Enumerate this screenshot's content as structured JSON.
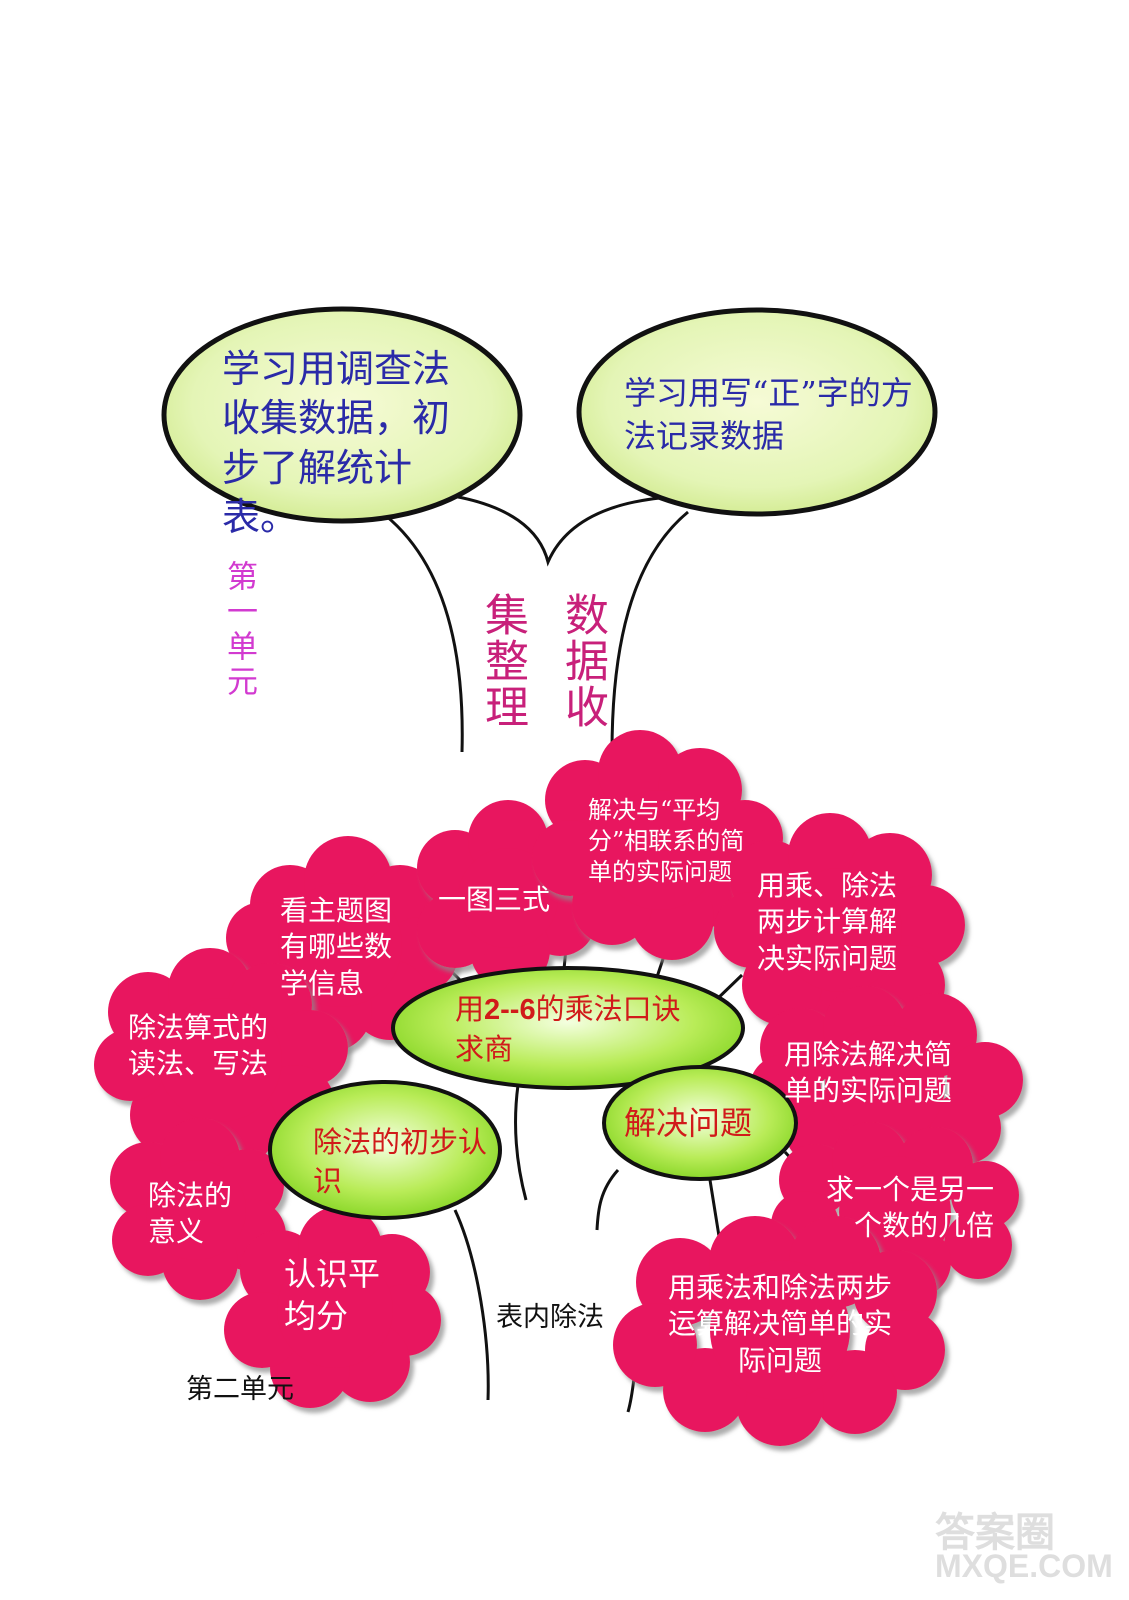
{
  "unit1": {
    "label": "第一单元",
    "trunk_left": "集整理",
    "trunk_right": "数据收",
    "bubble_left": "学习用调查法收集数据，初步了解统计表。",
    "bubble_right": "学习用写“正”字的方法记录数据"
  },
  "unit2": {
    "label": "第二单元",
    "trunk_label": "表内除法",
    "hub_top_prefix": "用",
    "hub_top_bold": "2--6",
    "hub_top_suffix": "的乘法口诀求商",
    "hub_left": "除法的初步认识",
    "hub_right": "解决问题",
    "clouds": {
      "main_picture": "看主题图有哪些数学信息",
      "one_picture": "一图三式",
      "average_share": "解决与“平均分”相联系的简单的实际问题",
      "two_step_mul_div": "用乘、除法两步计算解决实际问题",
      "reading_writing": "除法算式的读法、写法",
      "division_solve": "用除法解决简单的实际问题",
      "division_meaning": "除法的意义",
      "times_of": "求一个是另一个数的几倍",
      "know_share": "认识平均分",
      "mul_and_div": "用乘法和除法两步运算解决简单的实际问题"
    }
  },
  "watermark": {
    "logo": "答案圈",
    "url": "MXQE.COM"
  }
}
